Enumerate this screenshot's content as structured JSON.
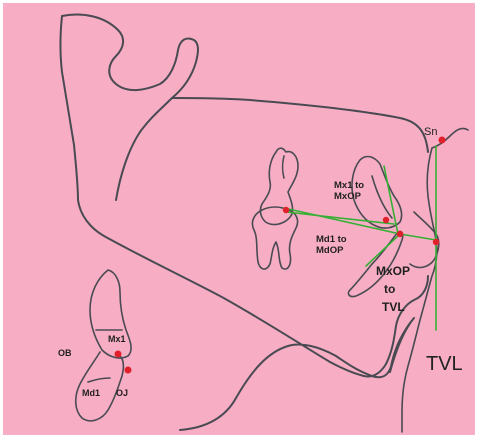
{
  "colors": {
    "background": "#F7AEC4",
    "outline": "#4A4A52",
    "reference_lines": "#35B035",
    "landmarks": "#E0202A"
  },
  "labels": {
    "sn": "Sn",
    "mx1_to_mxop_line1": "Mx1 to",
    "mx1_to_mxop_line2": "MxOP",
    "md1_to_mdop_line1": "Md1 to",
    "md1_to_mdop_line2": "MdOP",
    "mxop_to_tvl_line1": "MxOP",
    "mxop_to_tvl_line2": "to",
    "mxop_to_tvl_line3": "TVL",
    "tvl": "TVL",
    "ob": "OB",
    "oj": "OJ",
    "mx1": "Mx1",
    "md1": "Md1"
  },
  "icons": [
    "jaw-outline",
    "molar-tooth",
    "incisor-tooth",
    "landmark-dot"
  ]
}
